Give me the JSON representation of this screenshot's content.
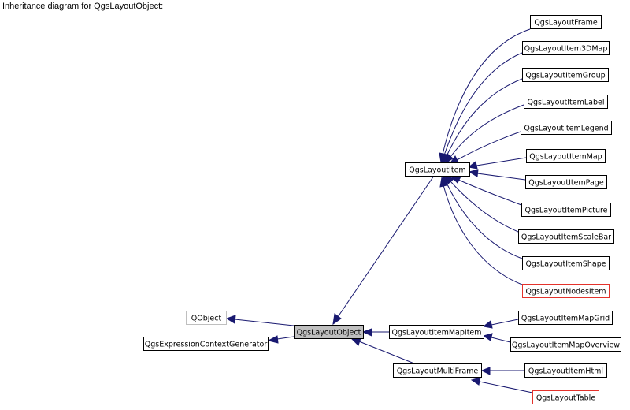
{
  "heading": "Inheritance diagram for QgsLayoutObject:",
  "colors": {
    "edge": "#191970",
    "node_border": "#000000",
    "external_border": "#bfbfbf",
    "truncated_border": "#e4322b",
    "current_fill": "#bfbfbf"
  },
  "nodes": {
    "qobject": "QObject",
    "qgsexpressioncontextgenerator": "QgsExpressionContextGenerator",
    "qgslayoutobject": "QgsLayoutObject",
    "qgslayoutitem": "QgsLayoutItem",
    "qgslayoutitemmapitem": "QgsLayoutItemMapItem",
    "qgslayoutmultiframe": "QgsLayoutMultiFrame",
    "qgslayoutframe": "QgsLayoutFrame",
    "qgslayoutitem3dmap": "QgsLayoutItem3DMap",
    "qgslayoutitemgroup": "QgsLayoutItemGroup",
    "qgslayoutitemlabel": "QgsLayoutItemLabel",
    "qgslayoutitemlegend": "QgsLayoutItemLegend",
    "qgslayoutitemmap": "QgsLayoutItemMap",
    "qgslayoutitempage": "QgsLayoutItemPage",
    "qgslayoutitempicture": "QgsLayoutItemPicture",
    "qgslayoutitemscalebar": "QgsLayoutItemScaleBar",
    "qgslayoutitemshape": "QgsLayoutItemShape",
    "qgslayoutnodesitem": "QgsLayoutNodesItem",
    "qgslayoutitemmapgrid": "QgsLayoutItemMapGrid",
    "qgslayoutitemmapoverview": "QgsLayoutItemMapOverview",
    "qgslayoutitemhtml": "QgsLayoutItemHtml",
    "qgslayouttable": "QgsLayoutTable"
  }
}
